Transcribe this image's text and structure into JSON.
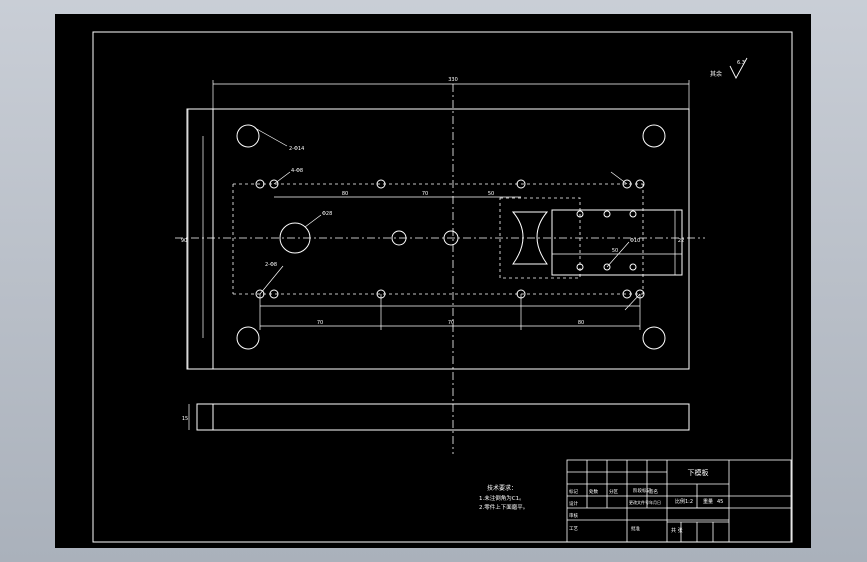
{
  "colors": {
    "background_outer": "#b4bac3",
    "paper": "#000000",
    "line": "#ffffff",
    "centerline": "#ffffff",
    "dimension": "#ffffff"
  },
  "drawing": {
    "overall_width_dim": "330",
    "overall_height_dim": "90",
    "side_height_dim": "15",
    "hole_pitch_left": "80",
    "hole_pitch_mid": "70",
    "hole_pitch_right": "50",
    "bottom_dims": [
      "70",
      "70",
      "80"
    ],
    "right_dims": [
      "50",
      "22"
    ],
    "leader_labels": [
      "2-Φ14",
      "4-Φ8",
      "Φ28",
      "2-Φ8",
      "Φ10"
    ],
    "surface_finish_note": "其余",
    "surface_finish_value": "6.3"
  },
  "technical_requirements": {
    "title": "技术要求：",
    "items": [
      "1.未注倒角为C1。",
      "2.零件上下面磨平。"
    ]
  },
  "title_block": {
    "part_name": "下模板",
    "material_cell": "45",
    "scale_label": "比例",
    "scale_value": "1:2",
    "sheet_label": "共 张",
    "design_label": "设计",
    "check_label": "审核",
    "process_label": "工艺",
    "approve_label": "批准",
    "mark_label": "标记",
    "count_label": "处数",
    "zone_label": "分区",
    "change_label": "更改文件号",
    "sign_label": "签名",
    "date_label": "年月日",
    "stage_label": "阶段标记",
    "weight_label": "重量"
  }
}
